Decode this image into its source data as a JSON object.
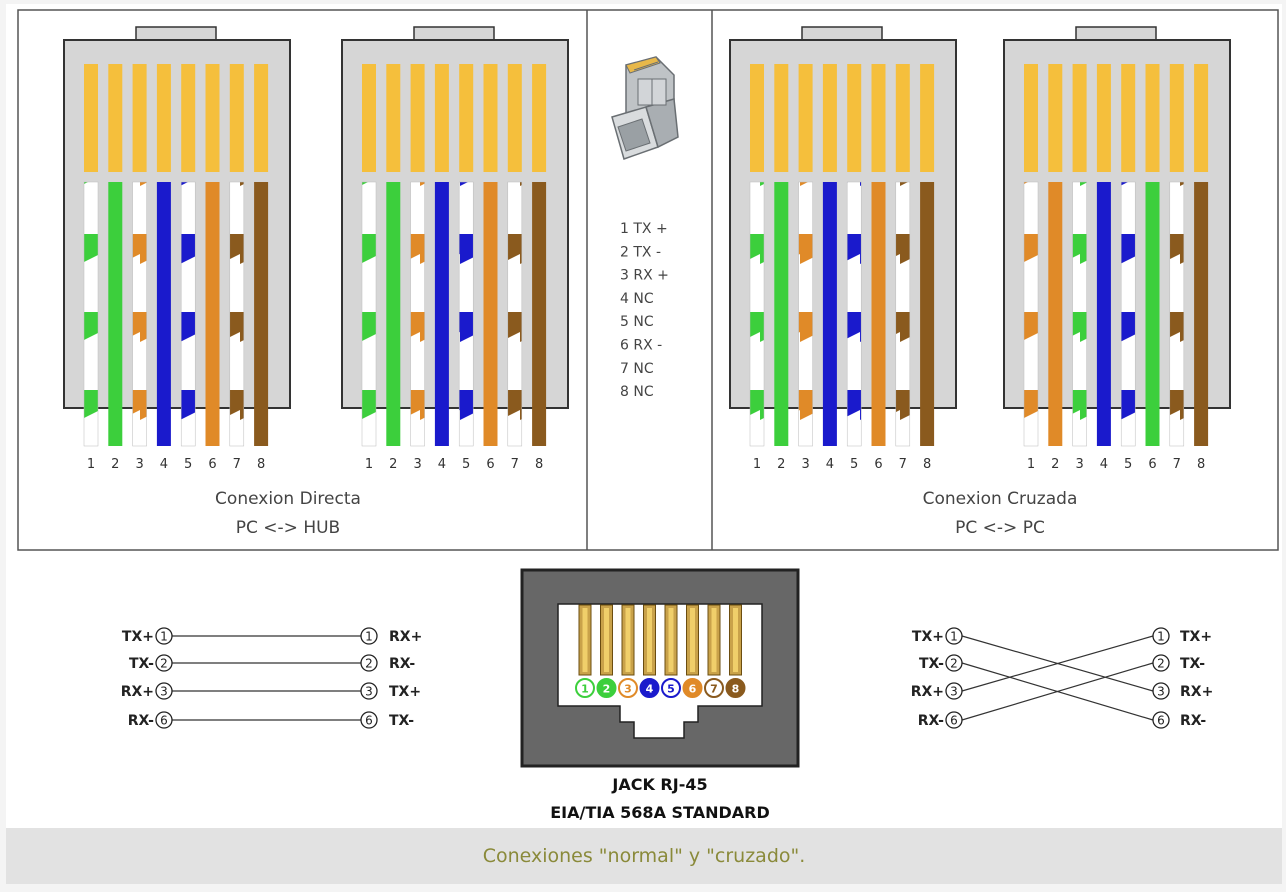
{
  "plug_groups": [
    {
      "caption": "Conexion Directa",
      "subcaption": "PC <-> HUB"
    },
    {
      "caption": "Conexion Cruzada",
      "subcaption": "PC <-> PC"
    }
  ],
  "pin_numbers": [
    "1",
    "2",
    "3",
    "4",
    "5",
    "6",
    "7",
    "8"
  ],
  "wire_patterns": {
    "straight_a": [
      "wg",
      "g",
      "wo",
      "b",
      "wb",
      "o",
      "wbr",
      "br"
    ],
    "straight_b": [
      "wg",
      "g",
      "wo",
      "b",
      "wb",
      "o",
      "wbr",
      "br"
    ],
    "cross_a": [
      "wg",
      "g",
      "wo",
      "b",
      "wb",
      "o",
      "wbr",
      "br"
    ],
    "cross_b": [
      "wo",
      "o",
      "wg",
      "b",
      "wb",
      "g",
      "wbr",
      "br"
    ]
  },
  "wire_colors": {
    "green": "#3ccf3c",
    "orange": "#e08a28",
    "blue": "#1a1acc",
    "brown": "#8a5a1e",
    "contact_gold": "#f5bf3c",
    "plug_body": "#d6d6d6"
  },
  "pinout_legend": [
    "1 TX +",
    "2 TX -",
    "3 RX +",
    "4 NC",
    "5 NC",
    "6 RX -",
    "7 NC",
    "8 NC"
  ],
  "straight_wiring": {
    "left": [
      {
        "label": "TX+",
        "pin": "1"
      },
      {
        "label": "TX-",
        "pin": "2"
      },
      {
        "label": "RX+",
        "pin": "3"
      },
      {
        "label": "RX-",
        "pin": "6"
      }
    ],
    "right": [
      {
        "label": "RX+",
        "pin": "1"
      },
      {
        "label": "RX-",
        "pin": "2"
      },
      {
        "label": "TX+",
        "pin": "3"
      },
      {
        "label": "TX-",
        "pin": "6"
      }
    ]
  },
  "cross_wiring": {
    "left": [
      {
        "label": "TX+",
        "pin": "1"
      },
      {
        "label": "TX-",
        "pin": "2"
      },
      {
        "label": "RX+",
        "pin": "3"
      },
      {
        "label": "RX-",
        "pin": "6"
      }
    ],
    "right": [
      {
        "label": "TX+",
        "pin": "1"
      },
      {
        "label": "TX-",
        "pin": "2"
      },
      {
        "label": "RX+",
        "pin": "3"
      },
      {
        "label": "RX-",
        "pin": "6"
      }
    ],
    "connections": [
      [
        0,
        2
      ],
      [
        1,
        3
      ],
      [
        2,
        0
      ],
      [
        3,
        1
      ]
    ]
  },
  "jack": {
    "title": "JACK RJ-45",
    "standard": "EIA/TIA 568A STANDARD",
    "pin_colors": [
      "#3ccf3c",
      "#3ccf3c",
      "#e08a28",
      "#1a1acc",
      "#1a1acc",
      "#e08a28",
      "#8a5a1e",
      "#8a5a1e"
    ],
    "pin_fill": [
      "white",
      "solid",
      "white",
      "solid",
      "white",
      "solid",
      "white",
      "solid"
    ]
  },
  "caption": "Conexiones \"normal\" y \"cruzado\"."
}
